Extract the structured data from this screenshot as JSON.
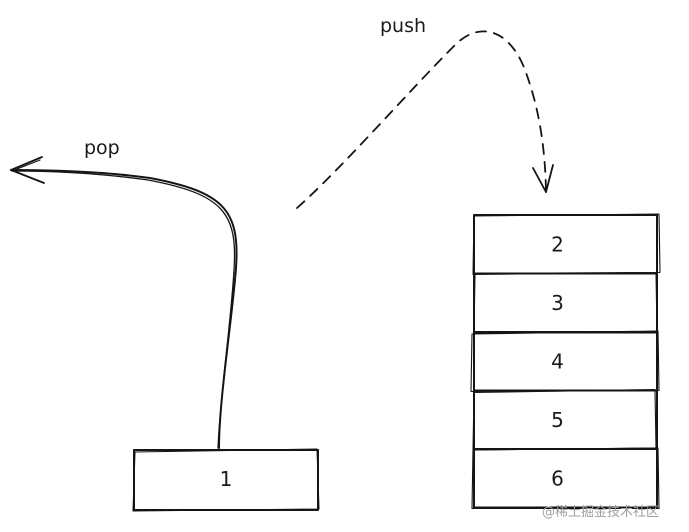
{
  "labels": {
    "pop": "pop",
    "push": "push"
  },
  "discarded_item": "1",
  "stack_items": [
    "2",
    "3",
    "4",
    "5",
    "6"
  ],
  "watermark": "@稀土掘金技术社区",
  "colors": {
    "ink": "#151515",
    "background": "#ffffff",
    "watermark": "#9aa0a6"
  }
}
